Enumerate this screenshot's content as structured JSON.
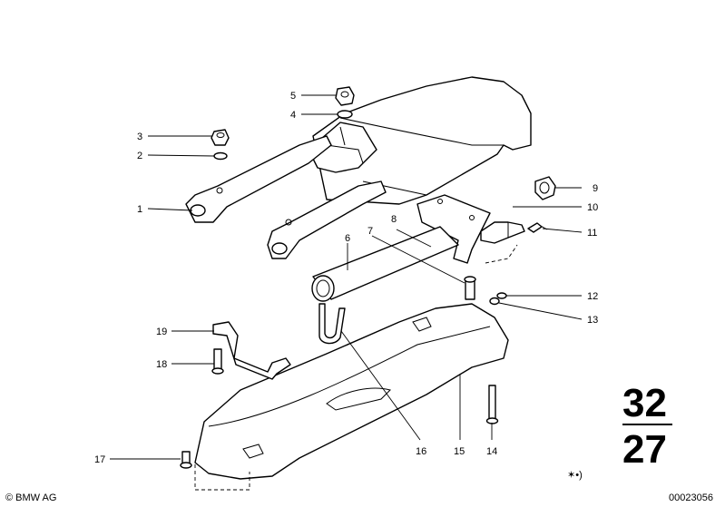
{
  "callouts": [
    "1",
    "2",
    "3",
    "4",
    "5",
    "6",
    "7",
    "8",
    "9",
    "10",
    "11",
    "12",
    "13",
    "14",
    "15",
    "16",
    "17",
    "18",
    "19"
  ],
  "group_top": "32",
  "group_bottom": "27",
  "copyright": "© BMW AG",
  "image_number": "00023056",
  "symbol": "✶•)"
}
